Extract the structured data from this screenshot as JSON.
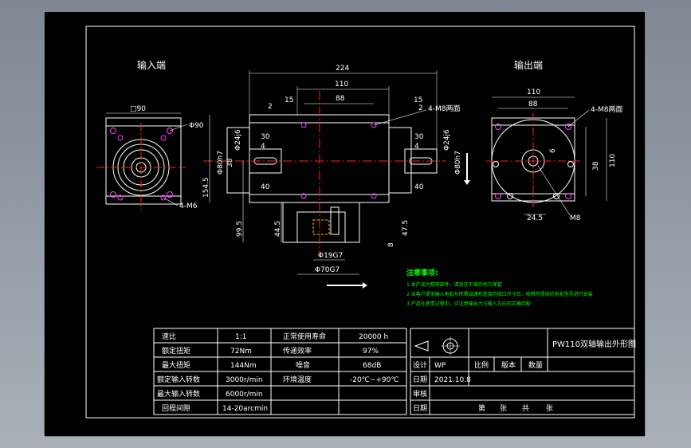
{
  "views": {
    "input_label": "输入端",
    "output_label": "输出端"
  },
  "dims": {
    "d224": "224",
    "d110": "110",
    "d88": "88",
    "d15a": "15",
    "d15b": "15",
    "d2a": "2",
    "d2b": "2",
    "holes_top": "4-M8两面",
    "d30a": "30",
    "d4a": "4",
    "d30b": "30",
    "d4b": "4",
    "d40a": "40",
    "d40b": "40",
    "dia24a": "Φ24j6",
    "dia24b": "Φ24j6",
    "dia80a": "Φ80h7",
    "dia80b": "Φ80h7",
    "d38": "38",
    "d154": "154.5",
    "d99": "99.5",
    "d44": "44.5",
    "d47": "47.5",
    "d8": "8",
    "dia19": "Φ19G7",
    "dia70": "Φ70G7",
    "sq90": "□90",
    "dia90": "Φ90",
    "m6": "4-M6",
    "r110": "110",
    "r88": "88",
    "r_holes": "4-M8两面",
    "r6": "6",
    "r38": "38",
    "r110v": "110",
    "r24": "24.5",
    "m8": "M8"
  },
  "notes": {
    "heading": "注意事项:",
    "lines": [
      "1.本产品为精密部件，请放在干燥的地方保管",
      "2.当客户提供输入电机与所需减速机连接的接口尺寸后，按照所提供的电机型号进行安装",
      "3.产品在使用过程中，应注意输出力与输入方向的正确匹配"
    ]
  },
  "spec_table": {
    "rows": [
      [
        "速比",
        "1:1",
        "正常使用寿命",
        "20000 h"
      ],
      [
        "额定扭矩",
        "72Nm",
        "传递效率",
        "97%"
      ],
      [
        "最大扭矩",
        "144Nm",
        "噪音",
        "68dB"
      ],
      [
        "额定输入转数",
        "3000r/min",
        "环境温度",
        "-20℃~+90℃"
      ],
      [
        "最大输入转数",
        "6000r/min",
        "",
        ""
      ],
      [
        "回程间隙",
        "14-20arcmin",
        "",
        ""
      ]
    ]
  },
  "title_block": {
    "title": "PW110双轴输出外形图",
    "design_label": "设计",
    "designer": "WP",
    "scale_label": "比例",
    "version_label": "版本",
    "qty_label": "数量",
    "date_label": "日期",
    "date_value": "2021.10.8",
    "review_label": "审核",
    "date2_label": "日期",
    "sheets": [
      "第",
      "张",
      "共",
      "张"
    ]
  },
  "colors": {
    "sheet_bg": "#000000",
    "line_white": "#ffffff",
    "center_red": "#ff2020",
    "hole_magenta": "#ff40ff",
    "note_green": "#00ff00"
  }
}
